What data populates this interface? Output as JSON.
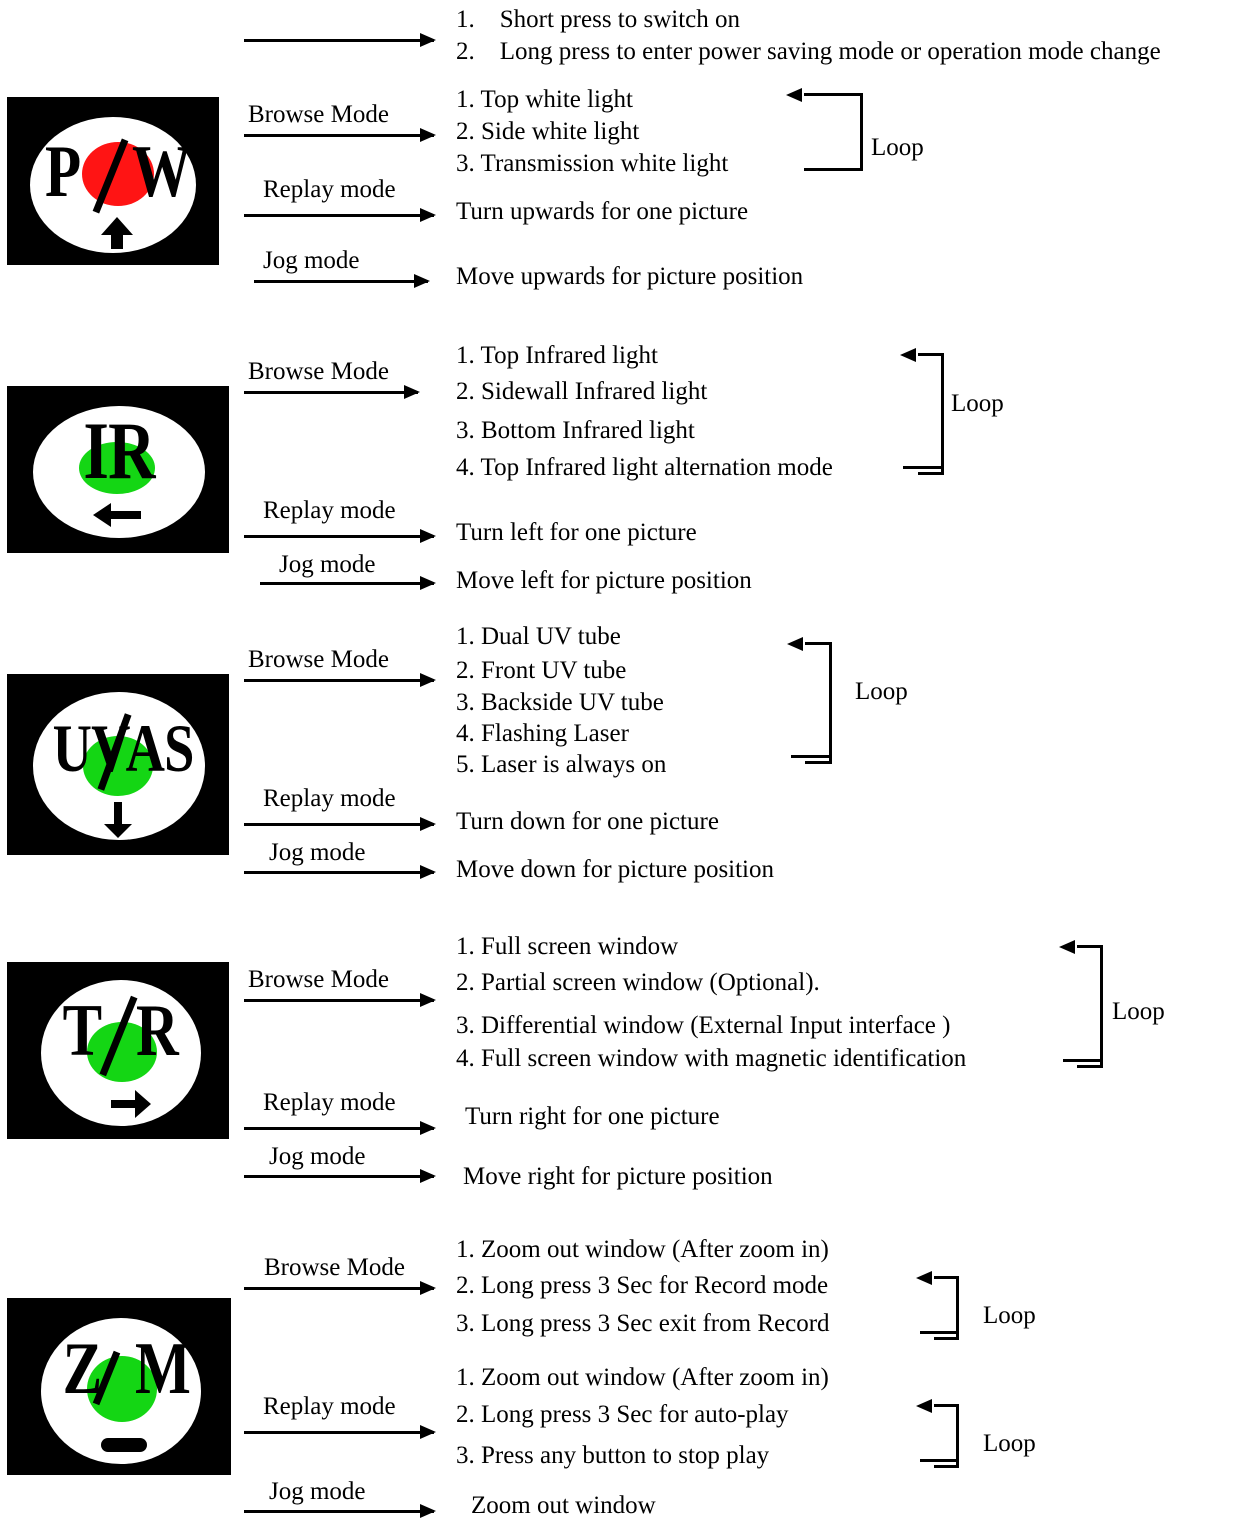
{
  "power": {
    "items": [
      "1.    Short press to switch on",
      "2.    Long press to enter power saving mode or operation mode change"
    ]
  },
  "mode_labels": {
    "browse": "Browse Mode",
    "replay": "Replay mode",
    "jog": "Jog mode"
  },
  "loop_label": "Loop",
  "pw": {
    "button_left": "P",
    "button_right": "W",
    "dot_color": "#ff1414",
    "browse": [
      "1. Top white light",
      "2. Side white light",
      "3. Transmission white light"
    ],
    "replay": "Turn upwards for one picture",
    "jog": "Move upwards for picture position"
  },
  "ir": {
    "button_text": "IR",
    "dot_color": "#14d614",
    "browse": [
      "1. Top Infrared light",
      "2. Sidewall Infrared light",
      "3. Bottom Infrared light",
      "4. Top Infrared light alternation mode"
    ],
    "replay": "Turn left for one picture",
    "jog": "Move left for picture position"
  },
  "uv": {
    "button_left": "UV",
    "button_right": "AS",
    "dot_color": "#14d614",
    "browse": [
      "1. Dual UV tube",
      "2. Front UV tube",
      "3. Backside UV tube",
      "4. Flashing Laser",
      "5. Laser is always on"
    ],
    "replay": "Turn down for one picture",
    "jog": "Move down for picture position"
  },
  "tr": {
    "button_left": "T",
    "button_right": "R",
    "dot_color": "#14d614",
    "browse": [
      "1. Full screen window",
      "2. Partial screen window (Optional).",
      "3. Differential window (External Input interface )",
      "4. Full screen window with magnetic identification"
    ],
    "replay": "Turn right for one picture",
    "jog": "Move right for picture position"
  },
  "zm": {
    "button_left": "Z",
    "button_right": "M",
    "dot_color": "#14d614",
    "browse": [
      "1. Zoom out window (After zoom in)",
      "2. Long press 3 Sec for Record mode",
      "3. Long press 3 Sec exit from Record"
    ],
    "replay": [
      "1. Zoom out window (After zoom in)",
      "2. Long press 3 Sec for auto-play",
      "3. Press any button to stop play"
    ],
    "jog": "Zoom out window"
  }
}
